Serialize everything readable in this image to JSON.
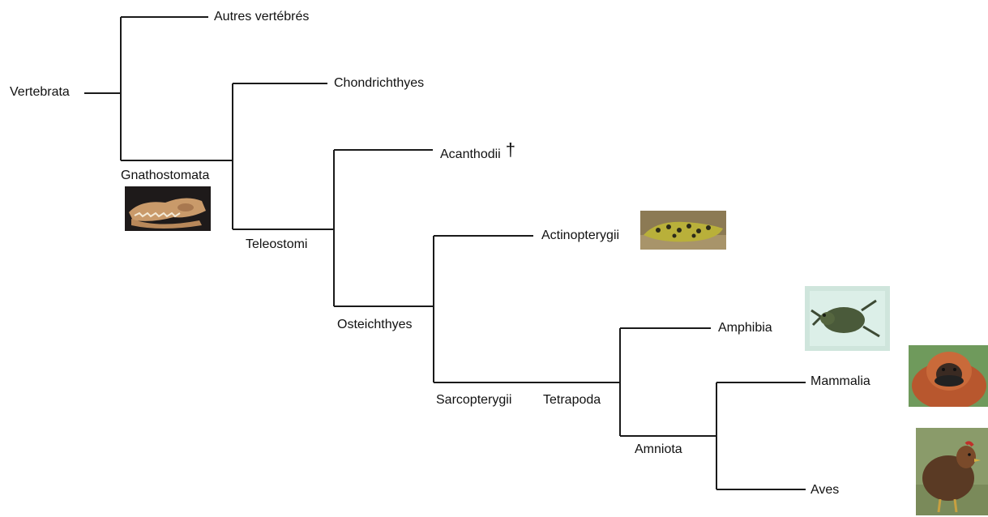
{
  "labels": {
    "vertebrata": "Vertebrata",
    "autres": "Autres vertébrés",
    "chondrichthyes": "Chondrichthyes",
    "gnathostomata": "Gnathostomata",
    "acanthodii": "Acanthodii",
    "acanthodii_mark": "†",
    "teleostomi": "Teleostomi",
    "actinopterygii": "Actinopterygii",
    "osteichthyes": "Osteichthyes",
    "amphibia": "Amphibia",
    "mammalia": "Mammalia",
    "sarcopterygii": "Sarcopterygii",
    "tetrapoda": "Tetrapoda",
    "amniota": "Amniota",
    "aves": "Aves"
  },
  "images": {
    "shark_jaw": "shark-jaw-photo",
    "fish": "fish-photo",
    "frog": "frog-photo",
    "orangutan": "orangutan-photo",
    "chicken": "chicken-photo"
  },
  "colors": {
    "line": "#1a1a1a",
    "background": "#ffffff"
  }
}
